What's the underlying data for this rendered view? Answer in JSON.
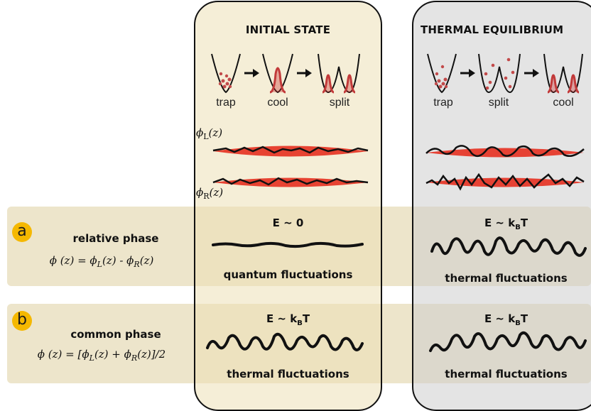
{
  "columns": {
    "initial": {
      "title": "INITIAL STATE",
      "steps": [
        "trap",
        "cool",
        "split"
      ]
    },
    "thermal": {
      "title": "THERMAL EQUILIBRIUM",
      "steps": [
        "trap",
        "split",
        "cool"
      ]
    }
  },
  "field_labels": {
    "left": "ϕ",
    "left_sub": "L",
    "right": "ϕ",
    "right_sub": "R",
    "arg": "(z)"
  },
  "rows": {
    "a": {
      "badge": "a",
      "title": "relative phase",
      "formula": {
        "lhs": "ϕ (z) = ϕ",
        "sub1": "L",
        "mid": "(z) - ϕ",
        "sub2": "R",
        "rhs": "(z)"
      },
      "initial": {
        "energy": "E ~ 0",
        "fluct": "quantum fluctuations"
      },
      "thermal": {
        "energy_prefix": "E ~ k",
        "energy_sub": "B",
        "energy_suffix": "T",
        "fluct": "thermal fluctuations"
      }
    },
    "b": {
      "badge": "b",
      "title": "common phase",
      "formula": {
        "lhs": "ϕ (z) = [ϕ",
        "sub1": "L",
        "mid": "(z) + ϕ",
        "sub2": "R",
        "rhs": "(z)]/2"
      },
      "initial": {
        "energy_prefix": "E ~ k",
        "energy_sub": "B",
        "energy_suffix": "T",
        "fluct": "thermal fluctuations"
      },
      "thermal": {
        "energy_prefix": "E ~ k",
        "energy_sub": "B",
        "energy_suffix": "T",
        "fluct": "thermal fluctuations"
      }
    }
  },
  "colors": {
    "band": "#ded0a0",
    "initial_column": "#ece0b6",
    "thermal_column": "#cdcdcd",
    "badge": "#f5b800",
    "atoms": "#c24a4a",
    "cloud_red": "#e53020"
  }
}
